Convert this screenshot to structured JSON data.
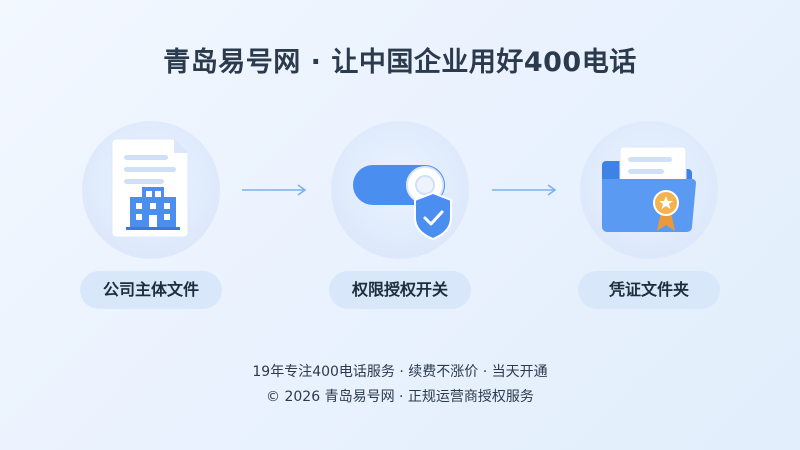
{
  "title": "青岛易号网 · 让中国企业用好400电话",
  "steps": [
    {
      "label": "公司主体文件",
      "icon": "company-document-icon"
    },
    {
      "label": "权限授权开关",
      "icon": "toggle-shield-icon"
    },
    {
      "label": "凭证文件夹",
      "icon": "certificate-folder-icon"
    }
  ],
  "footer": {
    "line1": "19年专注400电话服务 · 续费不涨价 · 当天开通",
    "line2": "© 2026 青岛易号网 · 正规运营商授权服务"
  },
  "colors": {
    "accent": "#4a8ef0",
    "arrow": "#7fb0ea",
    "pill": "#d9e7fb",
    "text": "#2b3a4d"
  }
}
